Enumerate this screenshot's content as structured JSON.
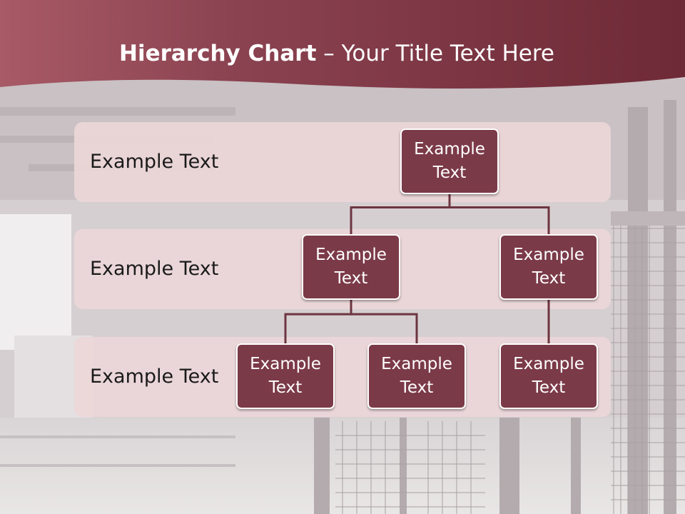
{
  "slide": {
    "title_bold": "Hierarchy Chart",
    "title_rest": " – Your Title Text Here"
  },
  "colors": {
    "header": "#7a3340",
    "node_fill": "#7b3a48",
    "band_fill": "#ecd6d8",
    "connector": "#6d3540"
  },
  "levels": [
    {
      "label": "Example Text"
    },
    {
      "label": "Example Text"
    },
    {
      "label": "Example Text"
    }
  ],
  "nodes": [
    {
      "id": "root",
      "label": "Example Text"
    },
    {
      "id": "l2-left",
      "label": "Example Text"
    },
    {
      "id": "l2-right",
      "label": "Example Text"
    },
    {
      "id": "l3-a",
      "label": "Example Text"
    },
    {
      "id": "l3-b",
      "label": "Example Text"
    },
    {
      "id": "l3-c",
      "label": "Example Text"
    }
  ],
  "edges": [
    {
      "from": "root",
      "to": "l2-left"
    },
    {
      "from": "root",
      "to": "l2-right"
    },
    {
      "from": "l2-left",
      "to": "l3-a"
    },
    {
      "from": "l2-left",
      "to": "l3-b"
    },
    {
      "from": "l2-right",
      "to": "l3-c"
    }
  ]
}
